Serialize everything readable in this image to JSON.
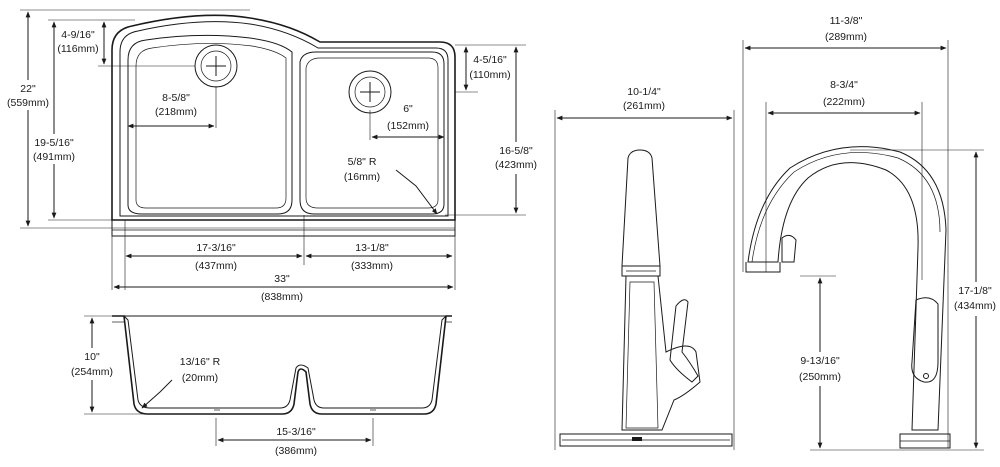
{
  "colors": {
    "line": "#1a1a1a",
    "background": "#ffffff"
  },
  "sink_top": {
    "overall_depth_in": "22\"",
    "overall_depth_mm": "(559mm)",
    "left_bowl_depth_in": "19-5/16\"",
    "left_bowl_depth_mm": "(491mm)",
    "drain_offset_left_in": "4-9/16\"",
    "drain_offset_left_mm": "(116mm)",
    "drain_center_left_in": "8-5/8\"",
    "drain_center_left_mm": "(218mm)",
    "drain_offset_right_in": "4-5/16\"",
    "drain_offset_right_mm": "(110mm)",
    "drain_center_right_in": "6\"",
    "drain_center_right_mm": "(152mm)",
    "right_bowl_depth_in": "16-5/8\"",
    "right_bowl_depth_mm": "(423mm)",
    "corner_radius_in": "5/8\" R",
    "corner_radius_mm": "(16mm)",
    "left_bowl_width_in": "17-3/16\"",
    "left_bowl_width_mm": "(437mm)",
    "right_bowl_width_in": "13-1/8\"",
    "right_bowl_width_mm": "(333mm)",
    "overall_width_in": "33\"",
    "overall_width_mm": "(838mm)"
  },
  "sink_section": {
    "depth_in": "10\"",
    "depth_mm": "(254mm)",
    "bottom_radius_in": "13/16\" R",
    "bottom_radius_mm": "(20mm)",
    "drain_spacing_in": "15-3/16\"",
    "drain_spacing_mm": "(386mm)"
  },
  "faucet_front": {
    "width_in": "10-1/4\"",
    "width_mm": "(261mm)"
  },
  "faucet_side": {
    "overall_reach_in": "11-3/8\"",
    "overall_reach_mm": "(289mm)",
    "spout_reach_in": "8-3/4\"",
    "spout_reach_mm": "(222mm)",
    "overall_height_in": "17-1/8\"",
    "overall_height_mm": "(434mm)",
    "spout_clearance_in": "9-13/16\"",
    "spout_clearance_mm": "(250mm)"
  }
}
